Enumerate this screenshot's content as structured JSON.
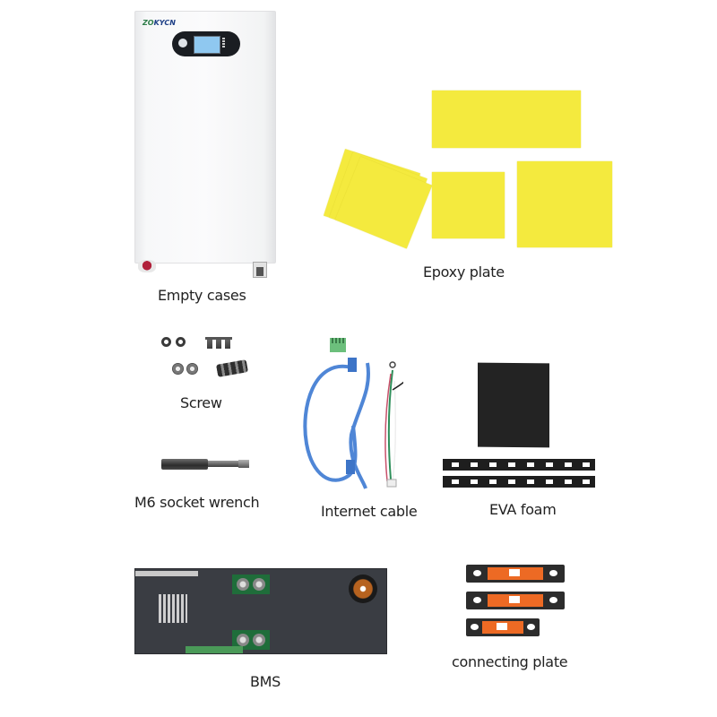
{
  "items": [
    {
      "id": "empty-cases",
      "label": "Empty cases"
    },
    {
      "id": "epoxy-plate",
      "label": "Epoxy plate"
    },
    {
      "id": "screw",
      "label": "Screw"
    },
    {
      "id": "m6-socket-wrench",
      "label": "M6 socket wrench"
    },
    {
      "id": "internet-cable",
      "label": "Internet cable"
    },
    {
      "id": "eva-foam",
      "label": "EVA foam"
    },
    {
      "id": "bms",
      "label": "BMS"
    },
    {
      "id": "connecting-plate",
      "label": "connecting plate"
    }
  ],
  "cabinet": {
    "logo_a": "ZO",
    "logo_b": "KYCN"
  },
  "colors": {
    "epoxy": "#f4ea3e",
    "copper_sleeve": "#ed6a24",
    "bms_board": "#3a3d43",
    "cable_blue": "#4f86d6"
  }
}
